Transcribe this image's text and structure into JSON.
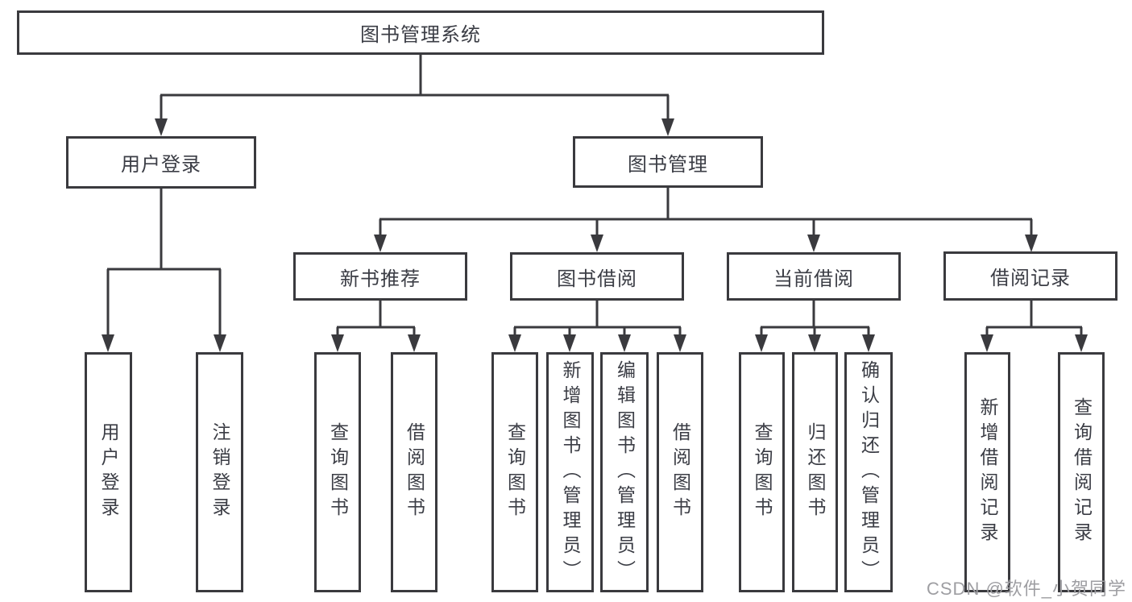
{
  "diagram": {
    "tree": {
      "label": "图书管理系统",
      "children": [
        {
          "label": "用户登录",
          "children": [
            {
              "label": "用户登录"
            },
            {
              "label": "注销登录"
            }
          ]
        },
        {
          "label": "图书管理",
          "children": [
            {
              "label": "新书推荐",
              "children": [
                {
                  "label": "查询图书"
                },
                {
                  "label": "借阅图书"
                }
              ]
            },
            {
              "label": "图书借阅",
              "children": [
                {
                  "label": "查询图书"
                },
                {
                  "label": "新增图书（管理员）"
                },
                {
                  "label": "编辑图书（管理员）"
                },
                {
                  "label": "借阅图书"
                }
              ]
            },
            {
              "label": "当前借阅",
              "children": [
                {
                  "label": "查询图书"
                },
                {
                  "label": "归还图书"
                },
                {
                  "label": "确认归还（管理员）"
                }
              ]
            },
            {
              "label": "借阅记录",
              "children": [
                {
                  "label": "新增借阅记录"
                },
                {
                  "label": "查询借阅记录"
                }
              ]
            }
          ]
        }
      ]
    },
    "line_color": "#3a3a3e",
    "box_border_color": "#3a3a3e",
    "text_color": "#3b3d45",
    "background_color": "#ffffff"
  },
  "watermark": {
    "text": "CSDN @软件_小贺同学"
  }
}
